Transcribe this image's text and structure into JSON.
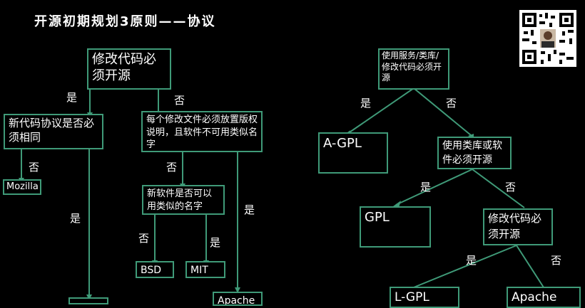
{
  "title": "开源初期规划3原则——协议",
  "qr_icon": "qr-code-icon",
  "left_tree": {
    "root": "修改代码必须开源",
    "q_same_license": "新代码协议是否必须相同",
    "q_copyright": "每个修改文件必须放置版权说明，且软件不可用类似名字",
    "q_similar_name": "新软件是否可以用类似的名字",
    "mozilla": "Mozilla",
    "bsd": "BSD",
    "mit": "MIT",
    "apache": "Apache",
    "bottom_left": "",
    "yes": "是",
    "no": "否"
  },
  "right_tree": {
    "root": "使用服务/类库/修改代码必须开源",
    "agpl": "A-GPL",
    "q_library": "使用类库或软件必须开源",
    "gpl": "GPL",
    "q_modify": "修改代码必须开源",
    "lgpl": "L-GPL",
    "apache": "Apache",
    "yes": "是",
    "no": "否"
  },
  "colors": {
    "edge": "#3f9a78",
    "background": "#000000",
    "text": "#ffffff"
  }
}
